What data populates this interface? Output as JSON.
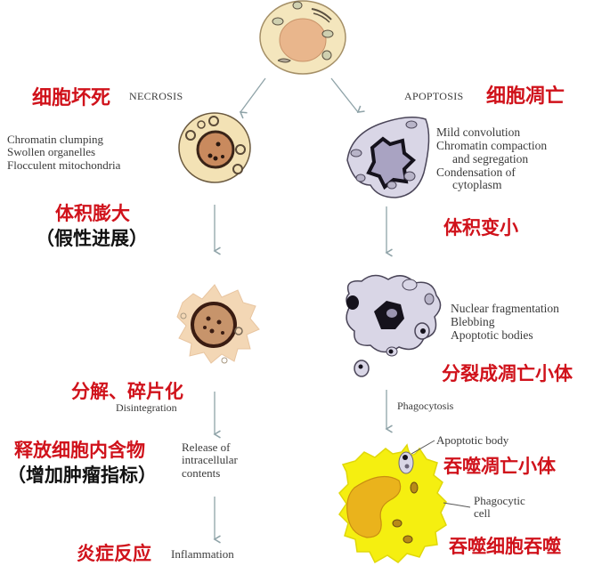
{
  "necrosis": {
    "title_cn": "细胞坏死",
    "title_en": "NECROSIS",
    "stage1": {
      "features": [
        "Chromatin clumping",
        "Swollen organelles",
        "Flocculent mitochondria"
      ],
      "note_cn": "体积膨大",
      "note_cn_sub": "（假性进展）"
    },
    "stage2": {
      "note_cn": "分解、碎片化",
      "label_en": "Disintegration"
    },
    "stage3": {
      "note_cn": "释放细胞内含物",
      "note_cn_sub": "（增加肿瘤指标）",
      "label_en": [
        "Release of",
        "intracellular",
        "contents"
      ]
    },
    "stage4": {
      "note_cn": "炎症反应",
      "label_en": "Inflammation"
    }
  },
  "apoptosis": {
    "title_en": "APOPTOSIS",
    "title_cn": "细胞凋亡",
    "stage1": {
      "features": [
        "Mild convolution",
        "Chromatin compaction",
        "and segregation",
        "Condensation of",
        "cytoplasm"
      ],
      "note_cn": "体积变小"
    },
    "stage2": {
      "features": [
        "Nuclear fragmentation",
        "Blebbing",
        "Apoptotic bodies"
      ],
      "note_cn": "分裂成凋亡小体"
    },
    "stage3": {
      "label_en": "Phagocytosis",
      "apoptotic_body_label": "Apoptotic body",
      "apoptotic_body_cn": "吞噬凋亡小体",
      "phagocytic_label": [
        "Phagocytic",
        "cell"
      ],
      "phagocytic_cn": "吞噬细胞吞噬"
    }
  },
  "colors": {
    "red_text": "#d0121b",
    "arrow": "#8fa3a8",
    "necrotic_cell_fill": "#f3e2b5",
    "apoptotic_cell_fill": "#d9d6e6",
    "phagocyte_fill": "#f5ef10",
    "phagocyte_nucleus": "#eab31c"
  }
}
